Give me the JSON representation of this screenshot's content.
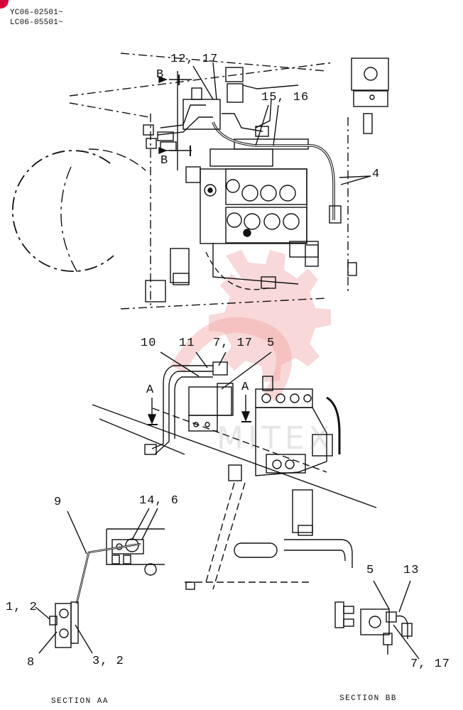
{
  "header": {
    "serials": [
      "YC06-02501~",
      "LC06-05501~"
    ]
  },
  "callouts": {
    "top_12_17": "12, 17",
    "top_15_16": "15, 16",
    "top_4": "4",
    "top_B_upper": "B",
    "top_B_lower": "B",
    "mid_10": "10",
    "mid_11": "11",
    "mid_7_17": "7, 17",
    "mid_5": "5",
    "mid_A_left": "A",
    "mid_A_right": "A",
    "aa_9": "9",
    "aa_14_6": "14, 6",
    "aa_1_2": "1, 2",
    "aa_8": "8",
    "aa_3_2": "3, 2",
    "bb_5": "5",
    "bb_13": "13",
    "bb_7_17": "7, 17"
  },
  "sections": {
    "aa": "SECTION AA",
    "bb": "SECTION BB"
  },
  "watermark": {
    "text": "MITEX",
    "color": "#e8a0a0"
  },
  "badge_color": "#d6003a"
}
